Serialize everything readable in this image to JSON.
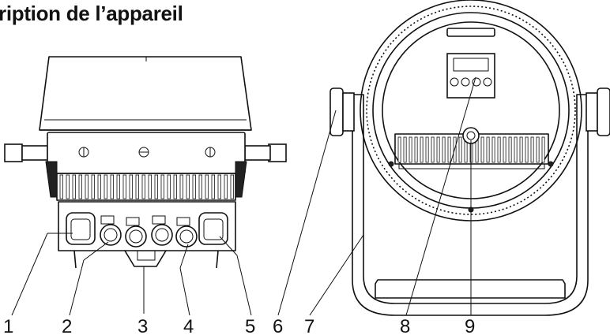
{
  "title": "ription de l’appareil",
  "callouts": [
    "1",
    "2",
    "3",
    "4",
    "5",
    "6",
    "7",
    "8",
    "9"
  ]
}
